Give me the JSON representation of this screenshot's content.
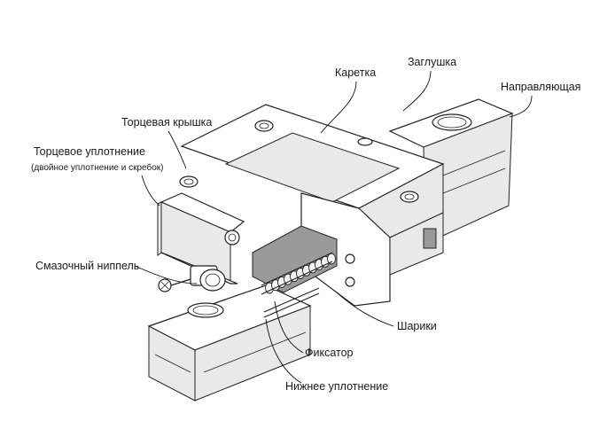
{
  "labels": {
    "carriage": "Каретка",
    "plug": "Заглушка",
    "rail": "Направляющая",
    "end_cap": "Торцевая крышка",
    "end_seal": "Торцевое уплотнение",
    "end_seal_note": "(двойное уплотнение и скребок)",
    "grease_nipple": "Смазочный ниппель",
    "balls": "Шарики",
    "retainer": "Фиксатор",
    "bottom_seal": "Нижнее уплотнение"
  }
}
